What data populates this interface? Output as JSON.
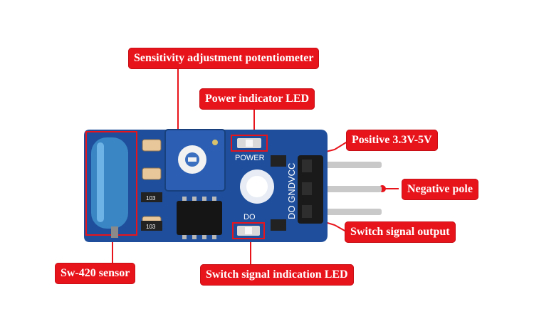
{
  "callouts": {
    "sensitivity": "Sensitivity adjustment potentiometer",
    "power_led": "Power indicator LED",
    "positive": "Positive 3.3V-5V",
    "negative": "Negative pole",
    "switch_output": "Switch signal output",
    "sensor": "Sw-420 sensor",
    "switch_led": "Switch signal indication LED"
  },
  "board_labels": {
    "power": "POWER",
    "do_small": "DO",
    "pins": "DO GNDVCC",
    "resistor": "103"
  },
  "colors": {
    "callout_bg": "#e8141c",
    "pcb": "#1f4f9c",
    "sensor_body": "#3a86c4",
    "pin_header": "#1a1a1a",
    "pins": "#c9c9c9"
  }
}
